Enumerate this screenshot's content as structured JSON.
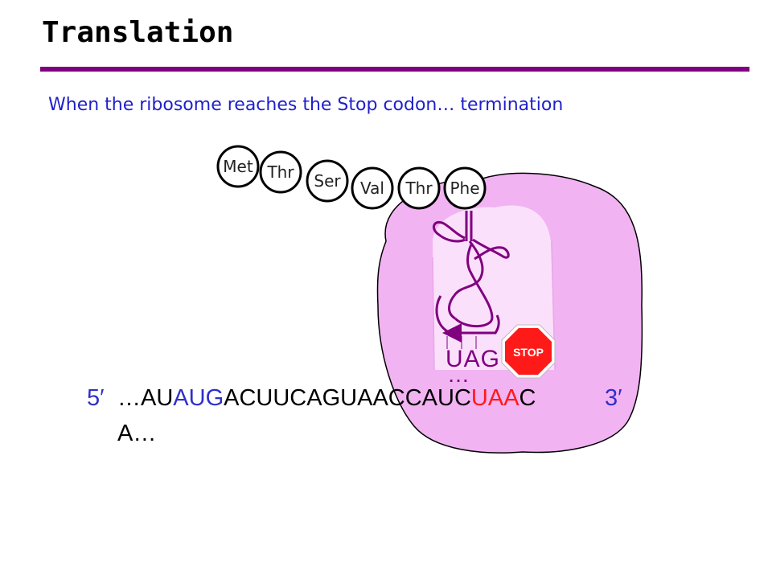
{
  "title": "Translation",
  "subtitle": "When the ribosome reaches the Stop codon… termination",
  "amino_acids": [
    "Met",
    "Thr",
    "Ser",
    "Val",
    "Thr",
    "Phe"
  ],
  "stop_sign": "STOP",
  "anticodon": "UAG",
  "anticodon_dots": "…",
  "mrna": {
    "five_prime": "5′",
    "three_prime": "3′",
    "seg1": "…AU",
    "start_codon": "AUG",
    "seg2": "ACUUCAGUAACCAUC",
    "stop_codon": "UAA",
    "seg3": "C",
    "line2": "A…"
  },
  "colors": {
    "purple": "#800080",
    "blue": "#2f2fcc",
    "stop_red": "#ff1a1a",
    "ribosome": "#f2b3f2"
  }
}
